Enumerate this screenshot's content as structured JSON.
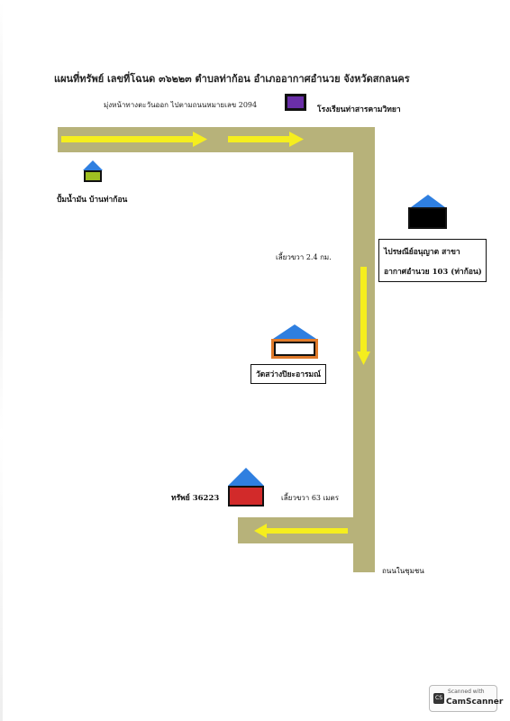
{
  "title": "แผนที่ทรัพย์ เลขที่โฉนด ๓๖๒๒๓ ตำบลท่าก้อน อำเภออากาศอำนวย จังหวัดสกลนคร",
  "direction_note": "มุ่งหน้าทางตะวันออก ไปตามถนนหมายเลข 2094",
  "landmarks": {
    "school": "โรงเรียนท่าสารคามวิทยา",
    "gas_station": "ปั้มน้ำมัน บ้านท่าก้อน",
    "post_office_line1": "ไปรษณีย์อนุญาต สาขา",
    "post_office_line2": "อากาศอำนวย 103 (ท่าก้อน)",
    "temple": "วัดสว่างปิยะอารมณ์",
    "property": "ทรัพย์ 36223"
  },
  "road_labels": {
    "turn_right_1": "เลี้ยวขวา 2.4 กม.",
    "turn_right_2": "เลี้ยวขวา 63 เมตร",
    "road_name": "ถนนในชุมชน"
  },
  "scanner_badge": {
    "top": "Scanned with",
    "bottom": "CamScanner",
    "icon": "CS"
  },
  "colors": {
    "road": "#b7b27a",
    "arrow": "#f5ee1e",
    "roof": "#2f7fe0",
    "school": "#6a2fa8",
    "gas_station": "#9fbf22",
    "post_office": "#111111",
    "temple_border": "#e07a2a",
    "property": "#d22a2a"
  }
}
